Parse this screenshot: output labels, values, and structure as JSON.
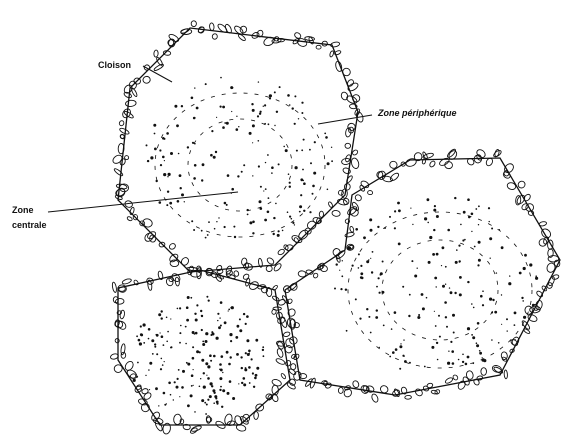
{
  "labels": {
    "cloison": "Cloison",
    "zone_peripherique": "Zone périphérique",
    "zone_centrale_line1": "Zone",
    "zone_centrale_line2": "centrale"
  },
  "colors": {
    "ink": "#111111",
    "background": "#ffffff"
  }
}
